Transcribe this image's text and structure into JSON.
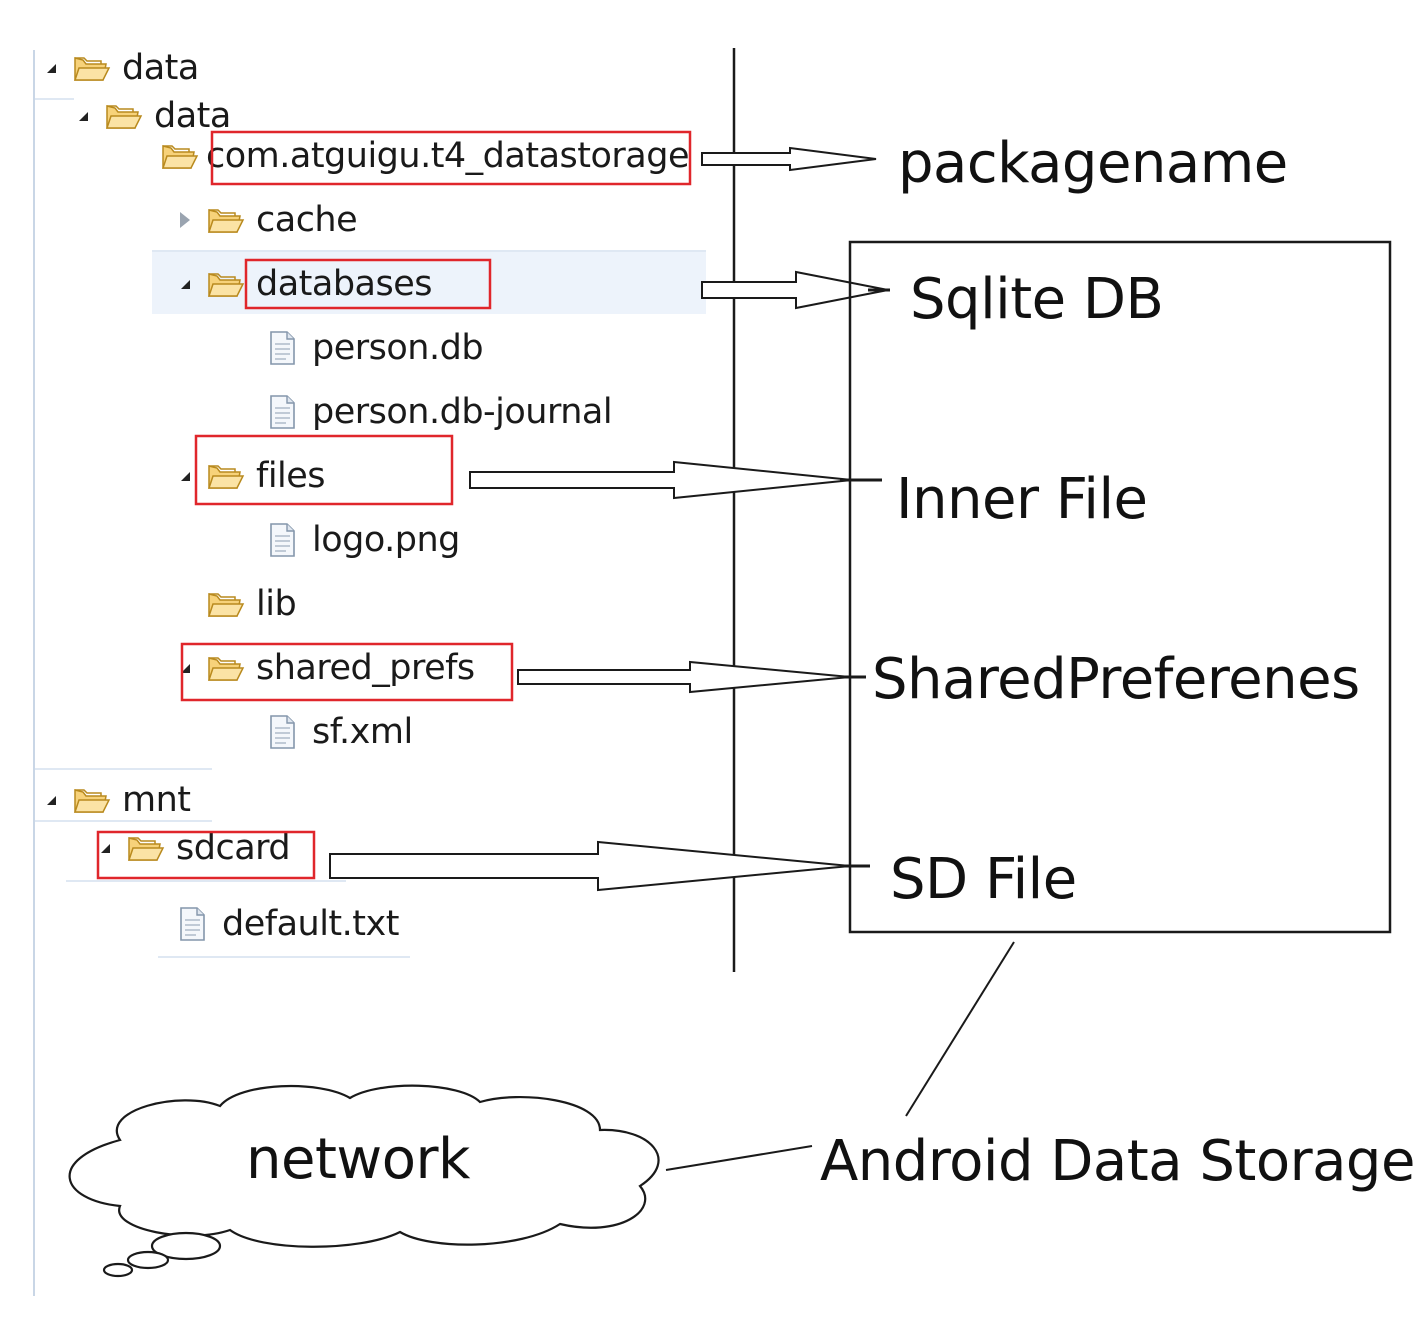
{
  "tree": {
    "data_root": "data",
    "data_sub": "data",
    "package": "com.atguigu.t4_datastorage",
    "cache": "cache",
    "databases": "databases",
    "person_db": "person.db",
    "person_journal": "person.db-journal",
    "files": "files",
    "logo": "logo.png",
    "lib": "lib",
    "shared_prefs": "shared_prefs",
    "sf_xml": "sf.xml",
    "mnt": "mnt",
    "sdcard": "sdcard",
    "default_txt": "default.txt"
  },
  "labels": {
    "packagename": "packagename",
    "sqlite": "Sqlite DB",
    "inner_file": "Inner File",
    "shared_prefs": "SharedPreferenes",
    "sd_file": "SD File",
    "network": "network",
    "android": "Android Data Storage"
  },
  "colors": {
    "highlight_box": "#e0262b",
    "folder": "#f2c04c",
    "line": "#1a1a1a"
  }
}
